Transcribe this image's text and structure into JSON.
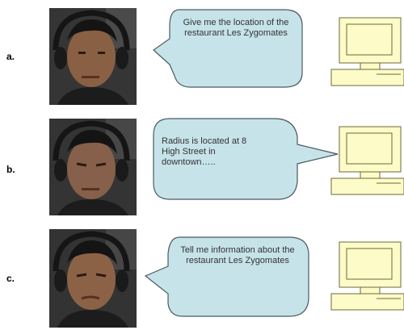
{
  "rows": [
    {
      "label": "a.",
      "speech": "Give me the location of the restaurant Les Zygomates"
    },
    {
      "label": "b.",
      "speech": "Radius is located at 8 High Street in downtown….."
    },
    {
      "label": "c.",
      "speech": "Tell me information about the restaurant Les Zygomates"
    }
  ],
  "colors": {
    "bubble_fill": "#c6e3ea",
    "bubble_stroke": "#4a5a5e",
    "monitor_fill": "#fdfbc8",
    "monitor_stroke": "#6d6a3a"
  }
}
